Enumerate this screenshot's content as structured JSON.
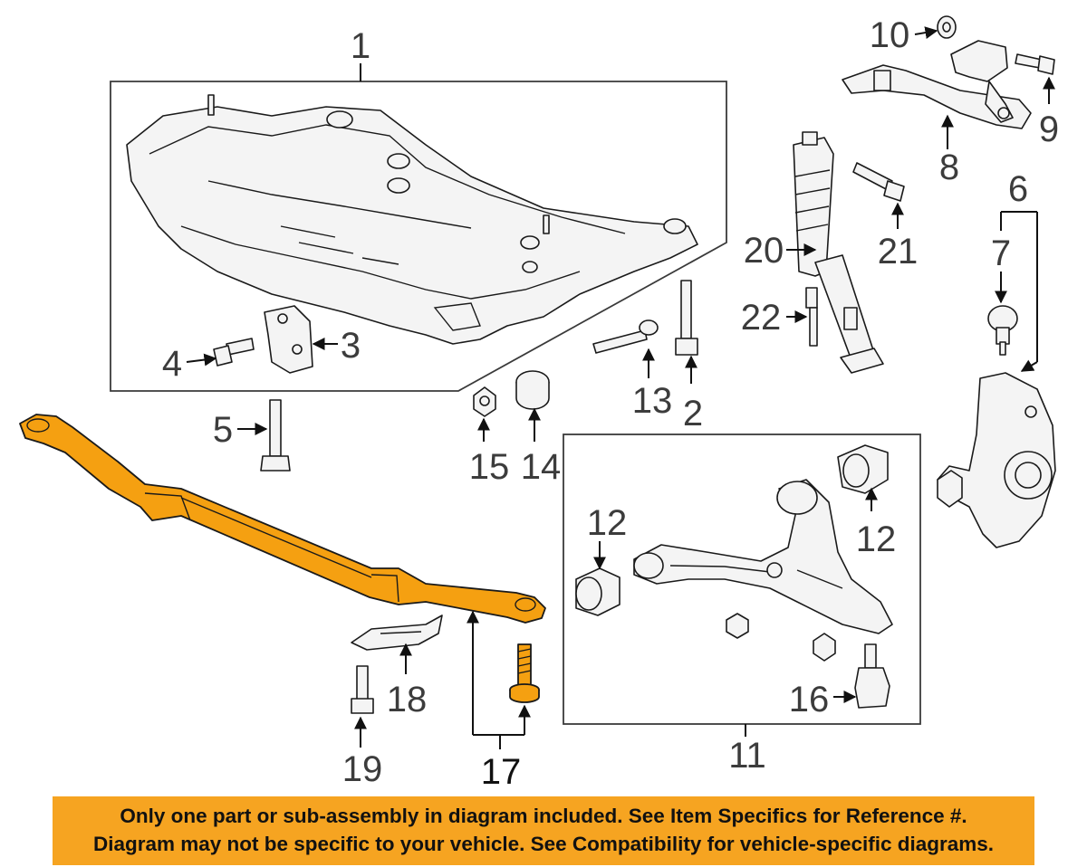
{
  "callouts": {
    "c1": "1",
    "c2": "2",
    "c3": "3",
    "c4": "4",
    "c5": "5",
    "c6": "6",
    "c7": "7",
    "c8": "8",
    "c9": "9",
    "c10": "10",
    "c11": "11",
    "c12a": "12",
    "c12b": "12",
    "c13": "13",
    "c14": "14",
    "c15": "15",
    "c16": "16",
    "c17": "17",
    "c18": "18",
    "c19": "19",
    "c20": "20",
    "c21": "21",
    "c22": "22"
  },
  "banner": {
    "line1": "Only one part or sub-assembly in diagram included. See Item Specifics for Reference #.",
    "line2": "Diagram may not be specific to your vehicle. See Compatibility for vehicle-specific diagrams.",
    "color": "#f6a421"
  },
  "highlight_color": "#f5a011"
}
